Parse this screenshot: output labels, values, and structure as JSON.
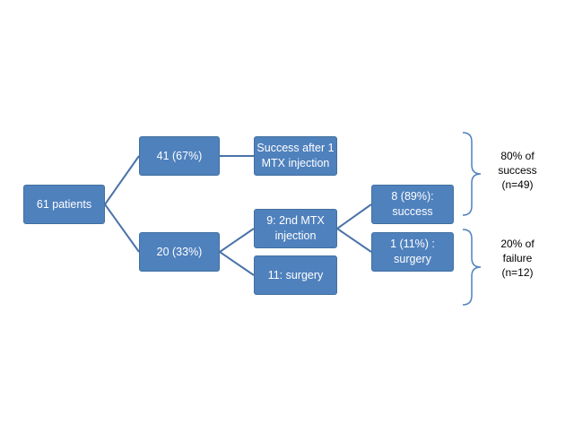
{
  "colors": {
    "box_fill": "#4f81bd",
    "box_text": "#ffffff",
    "connector": "#4a72a8",
    "brace": "#4f81bd",
    "annotation_text": "#000000"
  },
  "nodes": {
    "root": {
      "lines": [
        "61 patients"
      ]
    },
    "first_success": {
      "lines": [
        "41 (67%)"
      ]
    },
    "first_failure": {
      "lines": [
        "20 (33%)"
      ]
    },
    "success_after_one": {
      "lines": [
        "Success after 1",
        "MTX injection"
      ]
    },
    "second_injection": {
      "lines": [
        "9: 2nd MTX",
        "injection"
      ]
    },
    "surgery_direct": {
      "lines": [
        "11: surgery"
      ]
    },
    "second_success": {
      "lines": [
        "8 (89%):",
        "success"
      ]
    },
    "second_surgery": {
      "lines": [
        "1 (11%) :",
        "surgery"
      ]
    }
  },
  "annotations": {
    "success_total": {
      "lines": [
        "80% of",
        "success",
        "(n=49)"
      ]
    },
    "failure_total": {
      "lines": [
        "20% of",
        "failure",
        "(n=12)"
      ]
    }
  }
}
